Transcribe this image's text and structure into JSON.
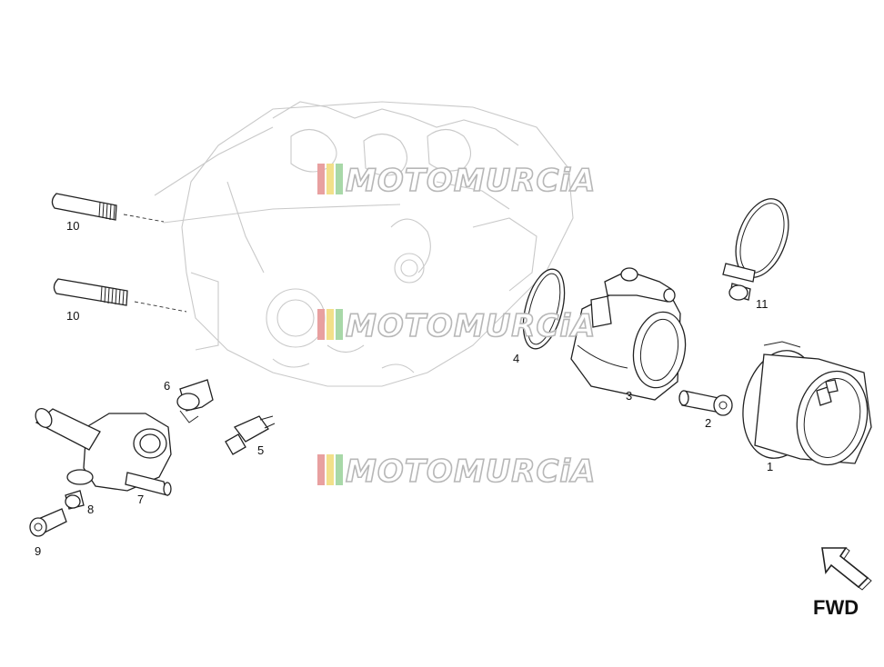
{
  "diagram": {
    "callouts": [
      "1",
      "2",
      "3",
      "4",
      "5",
      "6",
      "7",
      "8",
      "9",
      "10",
      "10",
      "11"
    ],
    "fwd_label": "FWD",
    "watermark": "MOTOMURCiA",
    "colors": {
      "line": "#222222",
      "faint_line": "#c9c9c9",
      "watermark_red": "#e8a0a0",
      "watermark_yellow": "#f2e08a",
      "watermark_green": "#a8d8a8"
    },
    "icons": {
      "fwd": "fwd-arrow-icon"
    }
  }
}
